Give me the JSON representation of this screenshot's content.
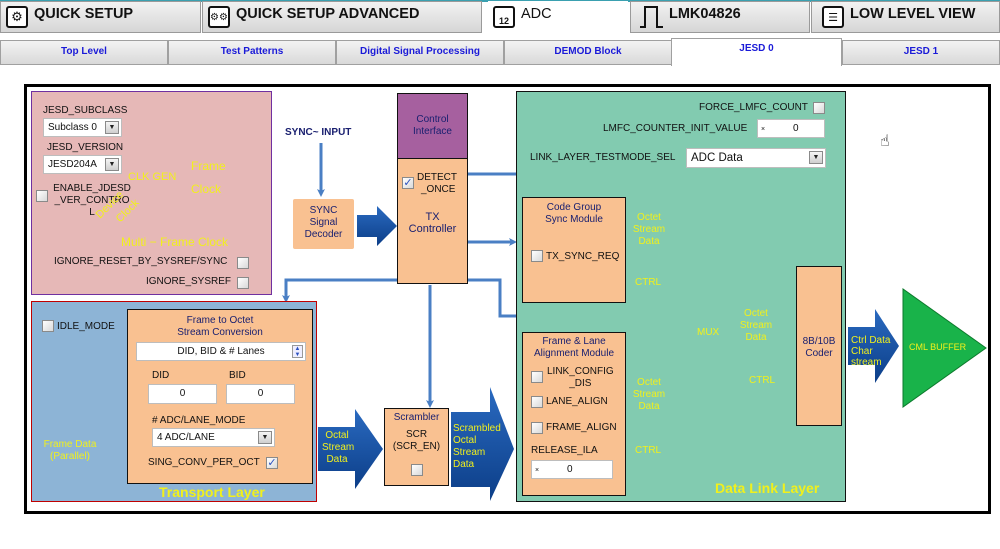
{
  "main_tabs": [
    {
      "label": "QUICK SETUP",
      "icon": "gear-icon",
      "active": false
    },
    {
      "label": "QUICK SETUP ADVANCED",
      "icon": "gears-icon",
      "active": false
    },
    {
      "label": "ADC",
      "icon": "adc-icon",
      "active": true
    },
    {
      "label": "LMK04826",
      "icon": "clock-wave-icon",
      "active": false
    },
    {
      "label": "LOW LEVEL VIEW",
      "icon": "list-icon",
      "active": false
    }
  ],
  "sub_tabs": [
    {
      "label": "Top Level",
      "active": false
    },
    {
      "label": "Test Patterns",
      "active": false
    },
    {
      "label": "Digital Signal Processing",
      "active": false
    },
    {
      "label": "DEMOD Block",
      "active": false
    },
    {
      "label": "JESD 0",
      "active": true
    },
    {
      "label": "JESD 1",
      "active": false
    }
  ],
  "clk_panel": {
    "subclass_label": "JESD_SUBCLASS",
    "subclass_value": "Subclass 0",
    "version_label": "JESD_VERSION",
    "version_value": "JESD204A",
    "enable_ver_label_1": "ENABLE_JDESD",
    "enable_ver_label_2": "_VER_CONTRO",
    "enable_ver_label_3": "L",
    "enable_ver_checked": false,
    "clk_gen": "CLK  GEN",
    "frame_clock_1": "Frame",
    "frame_clock_2": "Clock",
    "device_clock_1": "Device",
    "device_clock_2": "Clock",
    "multi_frame_clock": "Multi − Frame Clock",
    "ignore_reset_label": "IGNORE_RESET_BY_SYSREF/SYNC",
    "ignore_reset_checked": false,
    "ignore_sysref_label": "IGNORE_SYSREF",
    "ignore_sysref_checked": false
  },
  "sync": {
    "input_label": "SYNC~ INPUT",
    "decoder_1": "SYNC",
    "decoder_2": "Signal",
    "decoder_3": "Decoder"
  },
  "control": {
    "interface_1": "Control",
    "interface_2": "Interface",
    "detect_once_1": "DETECT",
    "detect_once_2": "_ONCE",
    "detect_once_checked": true,
    "tx_1": "TX",
    "tx_2": "Controller"
  },
  "transport": {
    "idle_mode_label": "IDLE_MODE",
    "idle_mode_checked": false,
    "f2o_title_1": "Frame to Octet",
    "f2o_title_2": "Stream Conversion",
    "spin_value": "DID, BID & # Lanes",
    "did_label": "DID",
    "did_value": "0",
    "bid_label": "BID",
    "bid_value": "0",
    "adc_lane_label": "# ADC/LANE_MODE",
    "adc_lane_value": "4 ADC/LANE",
    "sing_conv_label": "SING_CONV_PER_OCT",
    "sing_conv_checked": true,
    "frame_data_1": "Frame Data",
    "frame_data_2": "(Parallel)",
    "layer_title": "Transport Layer"
  },
  "scrambler": {
    "octal_1": "Octal",
    "octal_2": "Stream",
    "octal_3": "Data",
    "title": "Scrambler",
    "scr_1": "SCR",
    "scr_2": "(SCR_EN)",
    "scr_checked": false,
    "scrambled_1": "Scrambled",
    "scrambled_2": "Octal",
    "scrambled_3": "Stream",
    "scrambled_4": "Data"
  },
  "datalink": {
    "force_lmfc_label": "FORCE_LMFC_COUNT",
    "force_lmfc_checked": false,
    "lmfc_init_label": "LMFC_COUNTER_INIT_VALUE",
    "lmfc_init_value": "0",
    "testmode_label": "LINK_LAYER_TESTMODE_SEL",
    "testmode_value": "ADC Data",
    "cgs_1": "Code Group",
    "cgs_2": "Sync Module",
    "tx_sync_req_label": "TX_SYNC_REQ",
    "tx_sync_req_checked": false,
    "octet_1": "Octet",
    "octet_2": "Stream",
    "octet_3": "Data",
    "ctrl": "CTRL",
    "fla_1": "Frame & Lane",
    "fla_2": "Alignment Module",
    "link_config_1": "LINK_CONFIG",
    "link_config_2": "_DIS",
    "link_config_checked": false,
    "lane_align_label": "LANE_ALIGN",
    "lane_align_checked": false,
    "frame_align_label": "FRAME_ALIGN",
    "frame_align_checked": false,
    "release_ila_label": "RELEASE_ILA",
    "release_ila_value": "0",
    "mux": "MUX",
    "coder_1": "8B/10B",
    "coder_2": "Coder",
    "layer_title": "Data Link Layer"
  },
  "output": {
    "ctrl_data_1": "Ctrl Data",
    "ctrl_data_2": "Char",
    "ctrl_data_3": "stream",
    "cml_buffer": "CML BUFFER"
  }
}
